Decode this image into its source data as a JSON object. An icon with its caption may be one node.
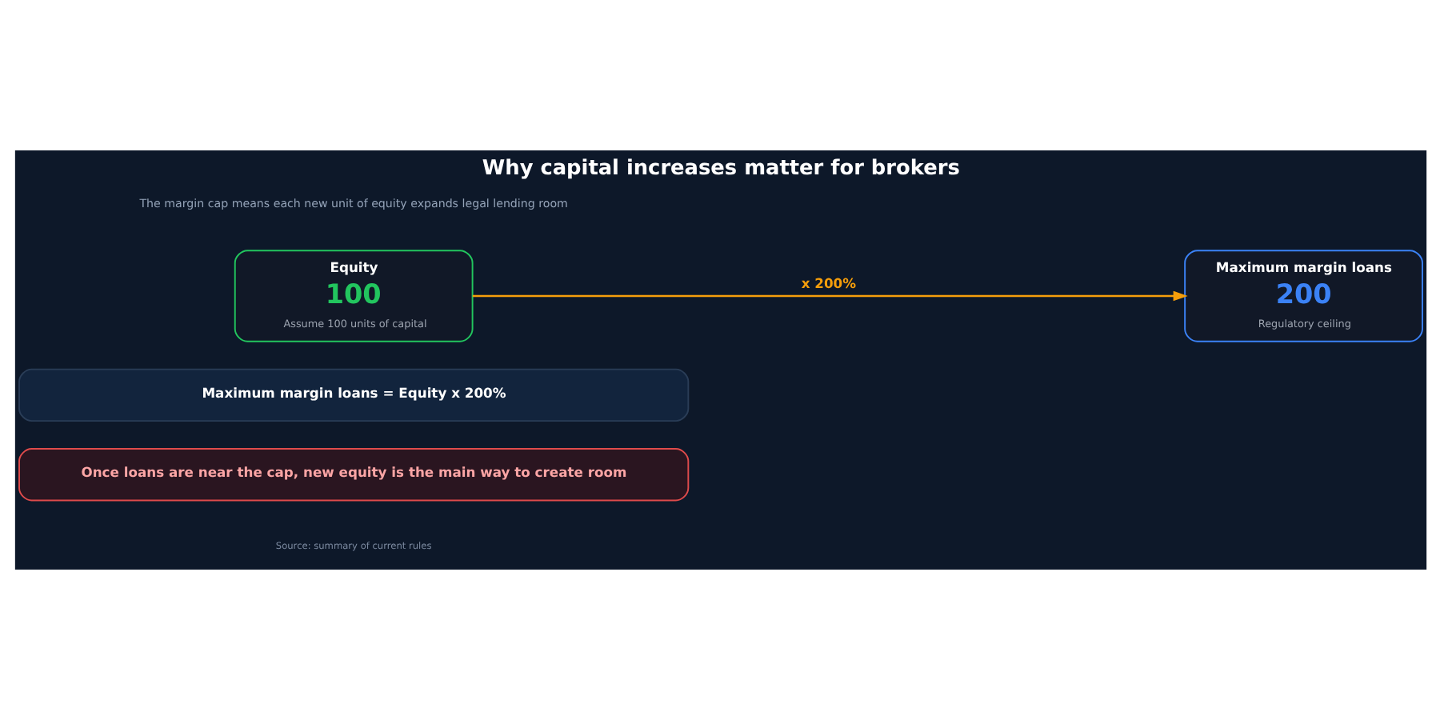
{
  "diagram": {
    "title": "Why capital increases matter for brokers",
    "nodes": [
      {
        "text": [
          "Equity",
          "100",
          "Assume 100 units of capital"
        ]
      },
      {
        "text": [
          "Maximum margin loans",
          "200",
          "Regulatory ceiling"
        ]
      },
      {
        "text": [
          "Maximum margin loans = Equity x 200%"
        ]
      },
      {
        "text": [
          "Once loans are near the cap, new equity is the main way to create room"
        ]
      }
    ],
    "edges": [
      {
        "from": 0,
        "to": 1,
        "arrow": "to",
        "label": "x 200%"
      }
    ],
    "labels": [
      "The margin cap means each new unit of equity expands legal lending room",
      "Source: summary of current rules"
    ]
  }
}
